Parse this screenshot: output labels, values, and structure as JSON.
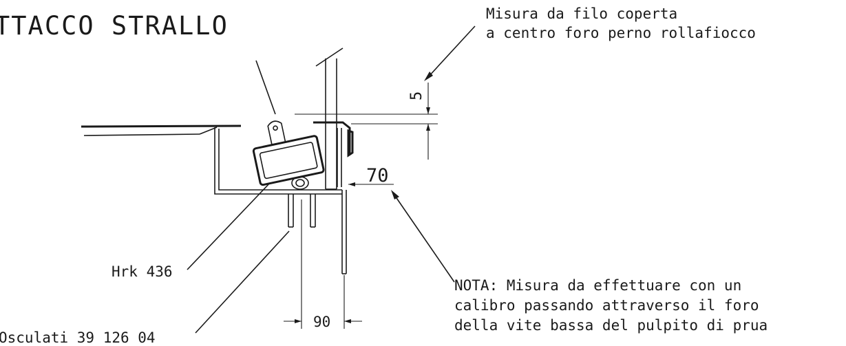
{
  "title": "TTACCO STRALLO",
  "note_top": {
    "line1": "Misura da filo coperta",
    "line2": "a centro foro perno rollafiocco"
  },
  "dimensions": {
    "vertical": "5",
    "horizontal_top": "70",
    "horizontal_bottom": "90"
  },
  "labels": {
    "part_a": "Hrk 436",
    "part_b": "Osculati 39 126 04"
  },
  "note_bottom": {
    "line1": "NOTA: Misura da effettuare con un",
    "line2": "calibro passando attraverso il foro",
    "line3": "della vite bassa del pulpito di prua"
  }
}
